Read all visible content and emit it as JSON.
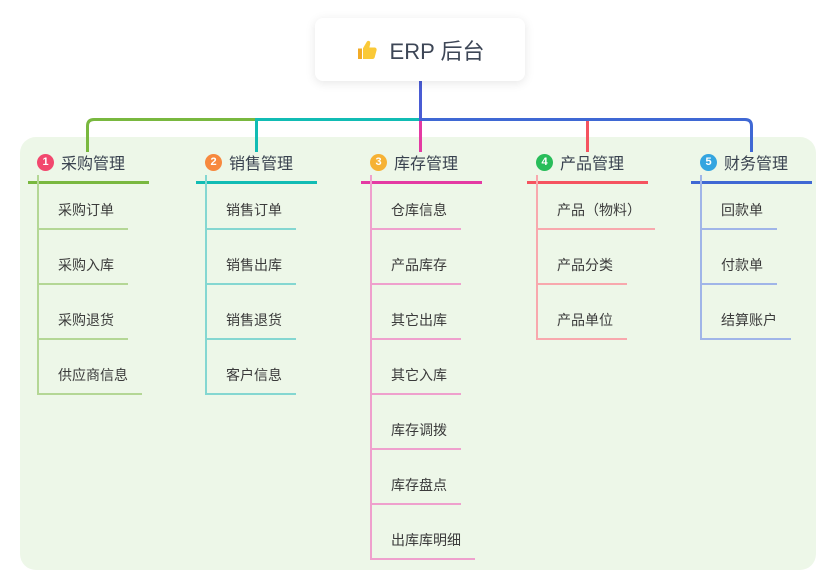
{
  "root": {
    "label": "ERP 后台",
    "icon": "thumbs-up-icon"
  },
  "branches": [
    {
      "index": "1",
      "label": "采购管理",
      "badge_color": "#f2486e",
      "line_color": "#79b83f",
      "item_line_color": "#b4d795",
      "items": [
        "采购订单",
        "采购入库",
        "采购退货",
        "供应商信息"
      ]
    },
    {
      "index": "2",
      "label": "销售管理",
      "badge_color": "#f7893e",
      "line_color": "#11bcb4",
      "item_line_color": "#84d7d1",
      "items": [
        "销售订单",
        "销售出库",
        "销售退货",
        "客户信息"
      ]
    },
    {
      "index": "3",
      "label": "库存管理",
      "badge_color": "#f6b234",
      "line_color": "#e43aa3",
      "item_line_color": "#efa0cd",
      "items": [
        "仓库信息",
        "产品库存",
        "其它出库",
        "其它入库",
        "库存调拨",
        "库存盘点",
        "出库库明细"
      ]
    },
    {
      "index": "4",
      "label": "产品管理",
      "badge_color": "#29bd5a",
      "line_color": "#f5535f",
      "item_line_color": "#f8a8ad",
      "items": [
        "产品（物料）",
        "产品分类",
        "产品单位"
      ]
    },
    {
      "index": "5",
      "label": "财务管理",
      "badge_color": "#34a5e0",
      "line_color": "#3f68d4",
      "item_line_color": "#a0b5e8",
      "items": [
        "回款单",
        "付款单",
        "结算账户"
      ]
    }
  ],
  "colors": {
    "canvas_bg": "#ffffff",
    "panel_bg": "#edf7e8",
    "root_connector": "#4a5cd4",
    "root_text": "#3d4656",
    "item_text": "#3b3b3b"
  }
}
